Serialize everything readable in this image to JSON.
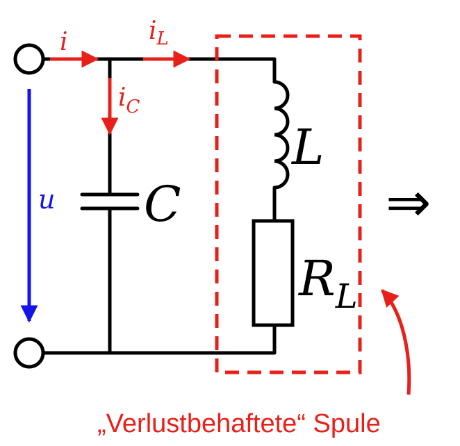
{
  "colors": {
    "wire": "#000000",
    "current": "#e8201a",
    "voltage": "#1414e6",
    "annotation": "#e8201a"
  },
  "labels": {
    "i": "i",
    "i_L_main": "i",
    "i_L_sub": "L",
    "i_C_main": "i",
    "i_C_sub": "C",
    "u": "u",
    "C": "C",
    "L": "L",
    "R_main": "R",
    "R_sub": "L",
    "implies": "⇒",
    "caption": "„Verlustbehaftete“ Spule"
  }
}
